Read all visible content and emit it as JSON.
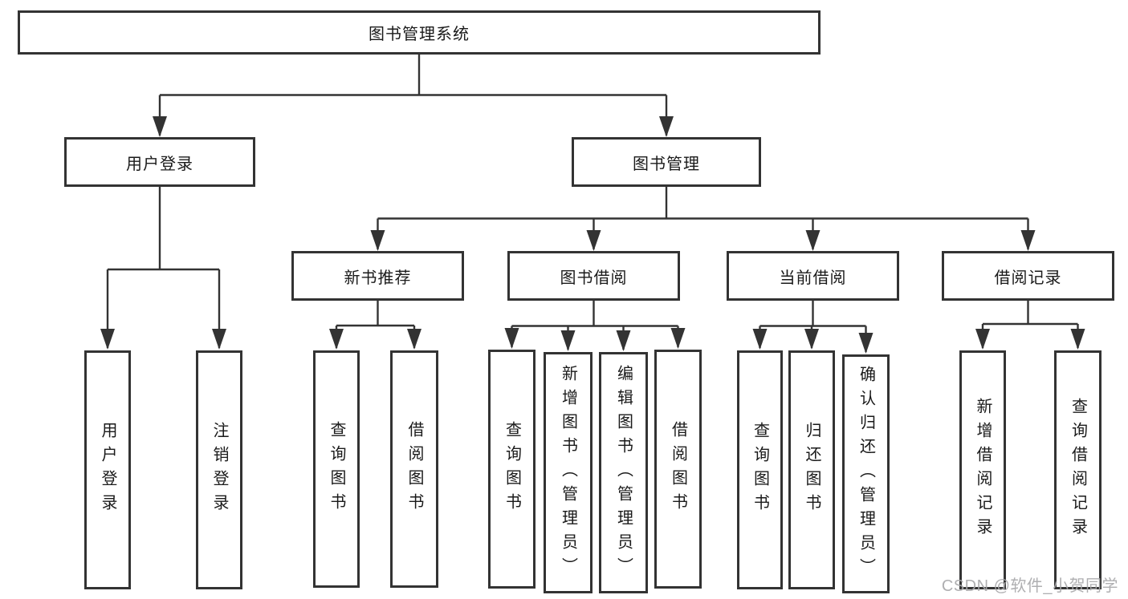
{
  "diagram": {
    "tree": {
      "root": {
        "label": "图书管理系统",
        "children": [
          {
            "label": "用户登录",
            "children": [
              {
                "label": "用户登录"
              },
              {
                "label": "注销登录"
              }
            ]
          },
          {
            "label": "图书管理",
            "children": [
              {
                "label": "新书推荐",
                "children": [
                  {
                    "label": "查询图书"
                  },
                  {
                    "label": "借阅图书"
                  }
                ]
              },
              {
                "label": "图书借阅",
                "children": [
                  {
                    "label": "查询图书"
                  },
                  {
                    "label": "新增图书（管理员）"
                  },
                  {
                    "label": "编辑图书（管理员）"
                  },
                  {
                    "label": "借阅图书"
                  }
                ]
              },
              {
                "label": "当前借阅",
                "children": [
                  {
                    "label": "查询图书"
                  },
                  {
                    "label": "归还图书"
                  },
                  {
                    "label": "确认归还（管理员）"
                  }
                ]
              },
              {
                "label": "借阅记录",
                "children": [
                  {
                    "label": "新增借阅记录"
                  },
                  {
                    "label": "查询借阅记录"
                  }
                ]
              }
            ]
          }
        ]
      }
    },
    "watermark": "CSDN @软件_小贺同学",
    "colors": {
      "line": "#333333",
      "box_border": "#333333",
      "box_fill": "#ffffff",
      "text": "#1a1a1a",
      "background": "#ffffff",
      "watermark": "#a8a8aa"
    }
  }
}
